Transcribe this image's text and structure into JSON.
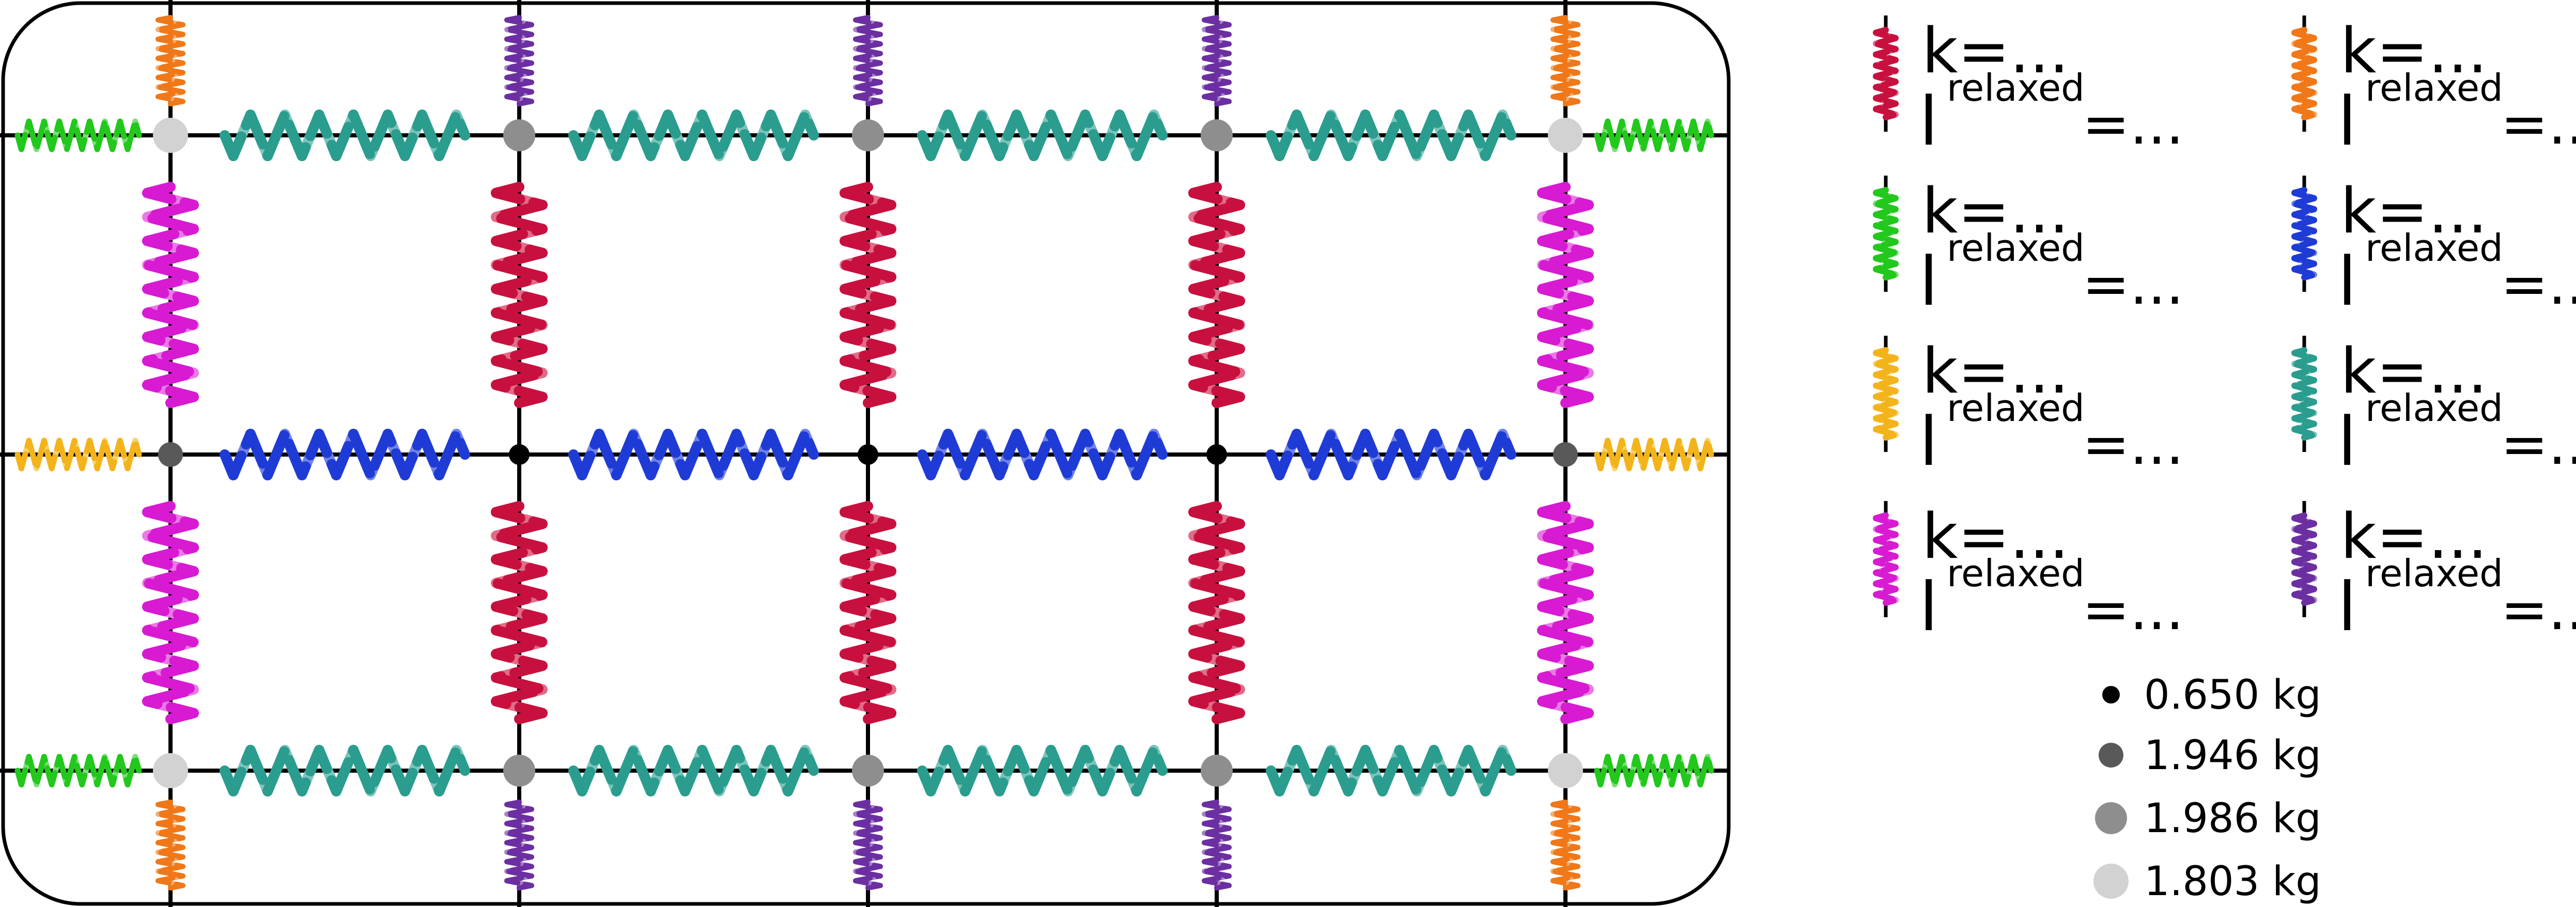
{
  "diagram": {
    "spring_types": {
      "crimson": {
        "color": "#c8103e",
        "light": "#e06c87"
      },
      "orange": {
        "color": "#f07818",
        "light": "#f6ad6f"
      },
      "green": {
        "color": "#22c81c",
        "light": "#7cde78"
      },
      "blue": {
        "color": "#1f3bd6",
        "light": "#7183e6"
      },
      "yellow": {
        "color": "#f3b41b",
        "light": "#f8d36f"
      },
      "teal": {
        "color": "#2a9d8f",
        "light": "#7cc4bb"
      },
      "magenta": {
        "color": "#d81ad2",
        "light": "#e979e4"
      },
      "purple": {
        "color": "#6c2fa2",
        "light": "#a783c6"
      }
    },
    "mass_types": {
      "m1": {
        "color": "#000000",
        "label": "0.650 kg"
      },
      "m2": {
        "color": "#595959",
        "label": "1.946 kg"
      },
      "m3": {
        "color": "#8e8e8e",
        "label": "1.986 kg"
      },
      "m4": {
        "color": "#d2d2d2",
        "label": "1.803 kg"
      }
    },
    "rows": [
      [
        "m4",
        "m3",
        "m3",
        "m3",
        "m4"
      ],
      [
        "m2",
        "m1",
        "m1",
        "m1",
        "m2"
      ],
      [
        "m4",
        "m3",
        "m3",
        "m3",
        "m4"
      ]
    ],
    "horizontal_springs": [
      "teal",
      "blue",
      "teal"
    ],
    "vertical_springs": [
      [
        "magenta",
        "crimson",
        "crimson",
        "crimson",
        "magenta"
      ],
      [
        "magenta",
        "crimson",
        "crimson",
        "crimson",
        "magenta"
      ]
    ],
    "side_springs": [
      "green",
      "yellow",
      "green"
    ],
    "top_bottom_springs": [
      "orange",
      "purple",
      "purple",
      "purple",
      "orange"
    ],
    "legend": {
      "k_text": "k=...",
      "l_text": "l",
      "sup_text": "relaxed",
      "eq_text": "=...",
      "items": [
        "crimson",
        "orange",
        "green",
        "blue",
        "yellow",
        "teal",
        "magenta",
        "purple"
      ]
    },
    "mass_legend_order": [
      "m1",
      "m2",
      "m3",
      "m4"
    ]
  }
}
